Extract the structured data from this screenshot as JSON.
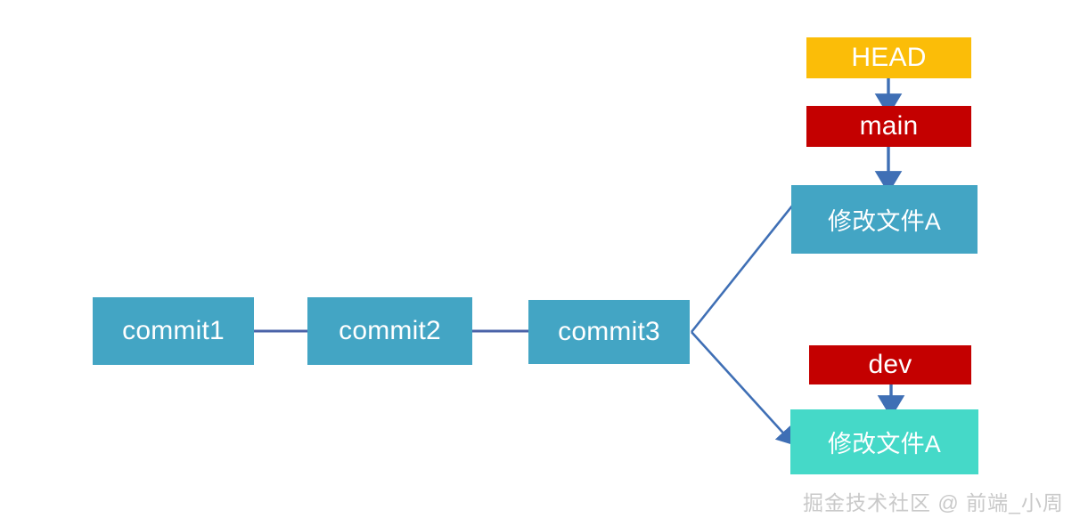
{
  "diagram": {
    "title": "Git branch diagram",
    "background_color": "#ffffff",
    "colors": {
      "commit_blue": "#43a5c4",
      "head_yellow": "#fbbd08",
      "branch_red": "#c40000",
      "file_mint": "#45d9c8",
      "edge_blue": "#3f6fb5",
      "watermark_gray": "#c9c9c9"
    },
    "nodes": [
      {
        "id": "commit1",
        "label": "commit1",
        "kind": "commit"
      },
      {
        "id": "commit2",
        "label": "commit2",
        "kind": "commit"
      },
      {
        "id": "commit3",
        "label": "commit3",
        "kind": "commit"
      },
      {
        "id": "head",
        "label": "HEAD",
        "kind": "pointer"
      },
      {
        "id": "main",
        "label": "main",
        "kind": "branch"
      },
      {
        "id": "main_file",
        "label": "修改文件A",
        "kind": "file"
      },
      {
        "id": "dev",
        "label": "dev",
        "kind": "branch"
      },
      {
        "id": "dev_file",
        "label": "修改文件A",
        "kind": "file"
      }
    ],
    "edges": [
      {
        "from": "commit1",
        "to": "commit2",
        "style": "line"
      },
      {
        "from": "commit2",
        "to": "commit3",
        "style": "line"
      },
      {
        "from": "commit3",
        "to": "main_file",
        "style": "line"
      },
      {
        "from": "commit3",
        "to": "dev_file",
        "style": "arrow"
      },
      {
        "from": "head",
        "to": "main",
        "style": "arrow"
      },
      {
        "from": "main",
        "to": "main_file",
        "style": "arrow"
      },
      {
        "from": "dev",
        "to": "dev_file",
        "style": "arrow"
      }
    ],
    "watermark": "掘金技术社区 @ 前端_小周"
  }
}
